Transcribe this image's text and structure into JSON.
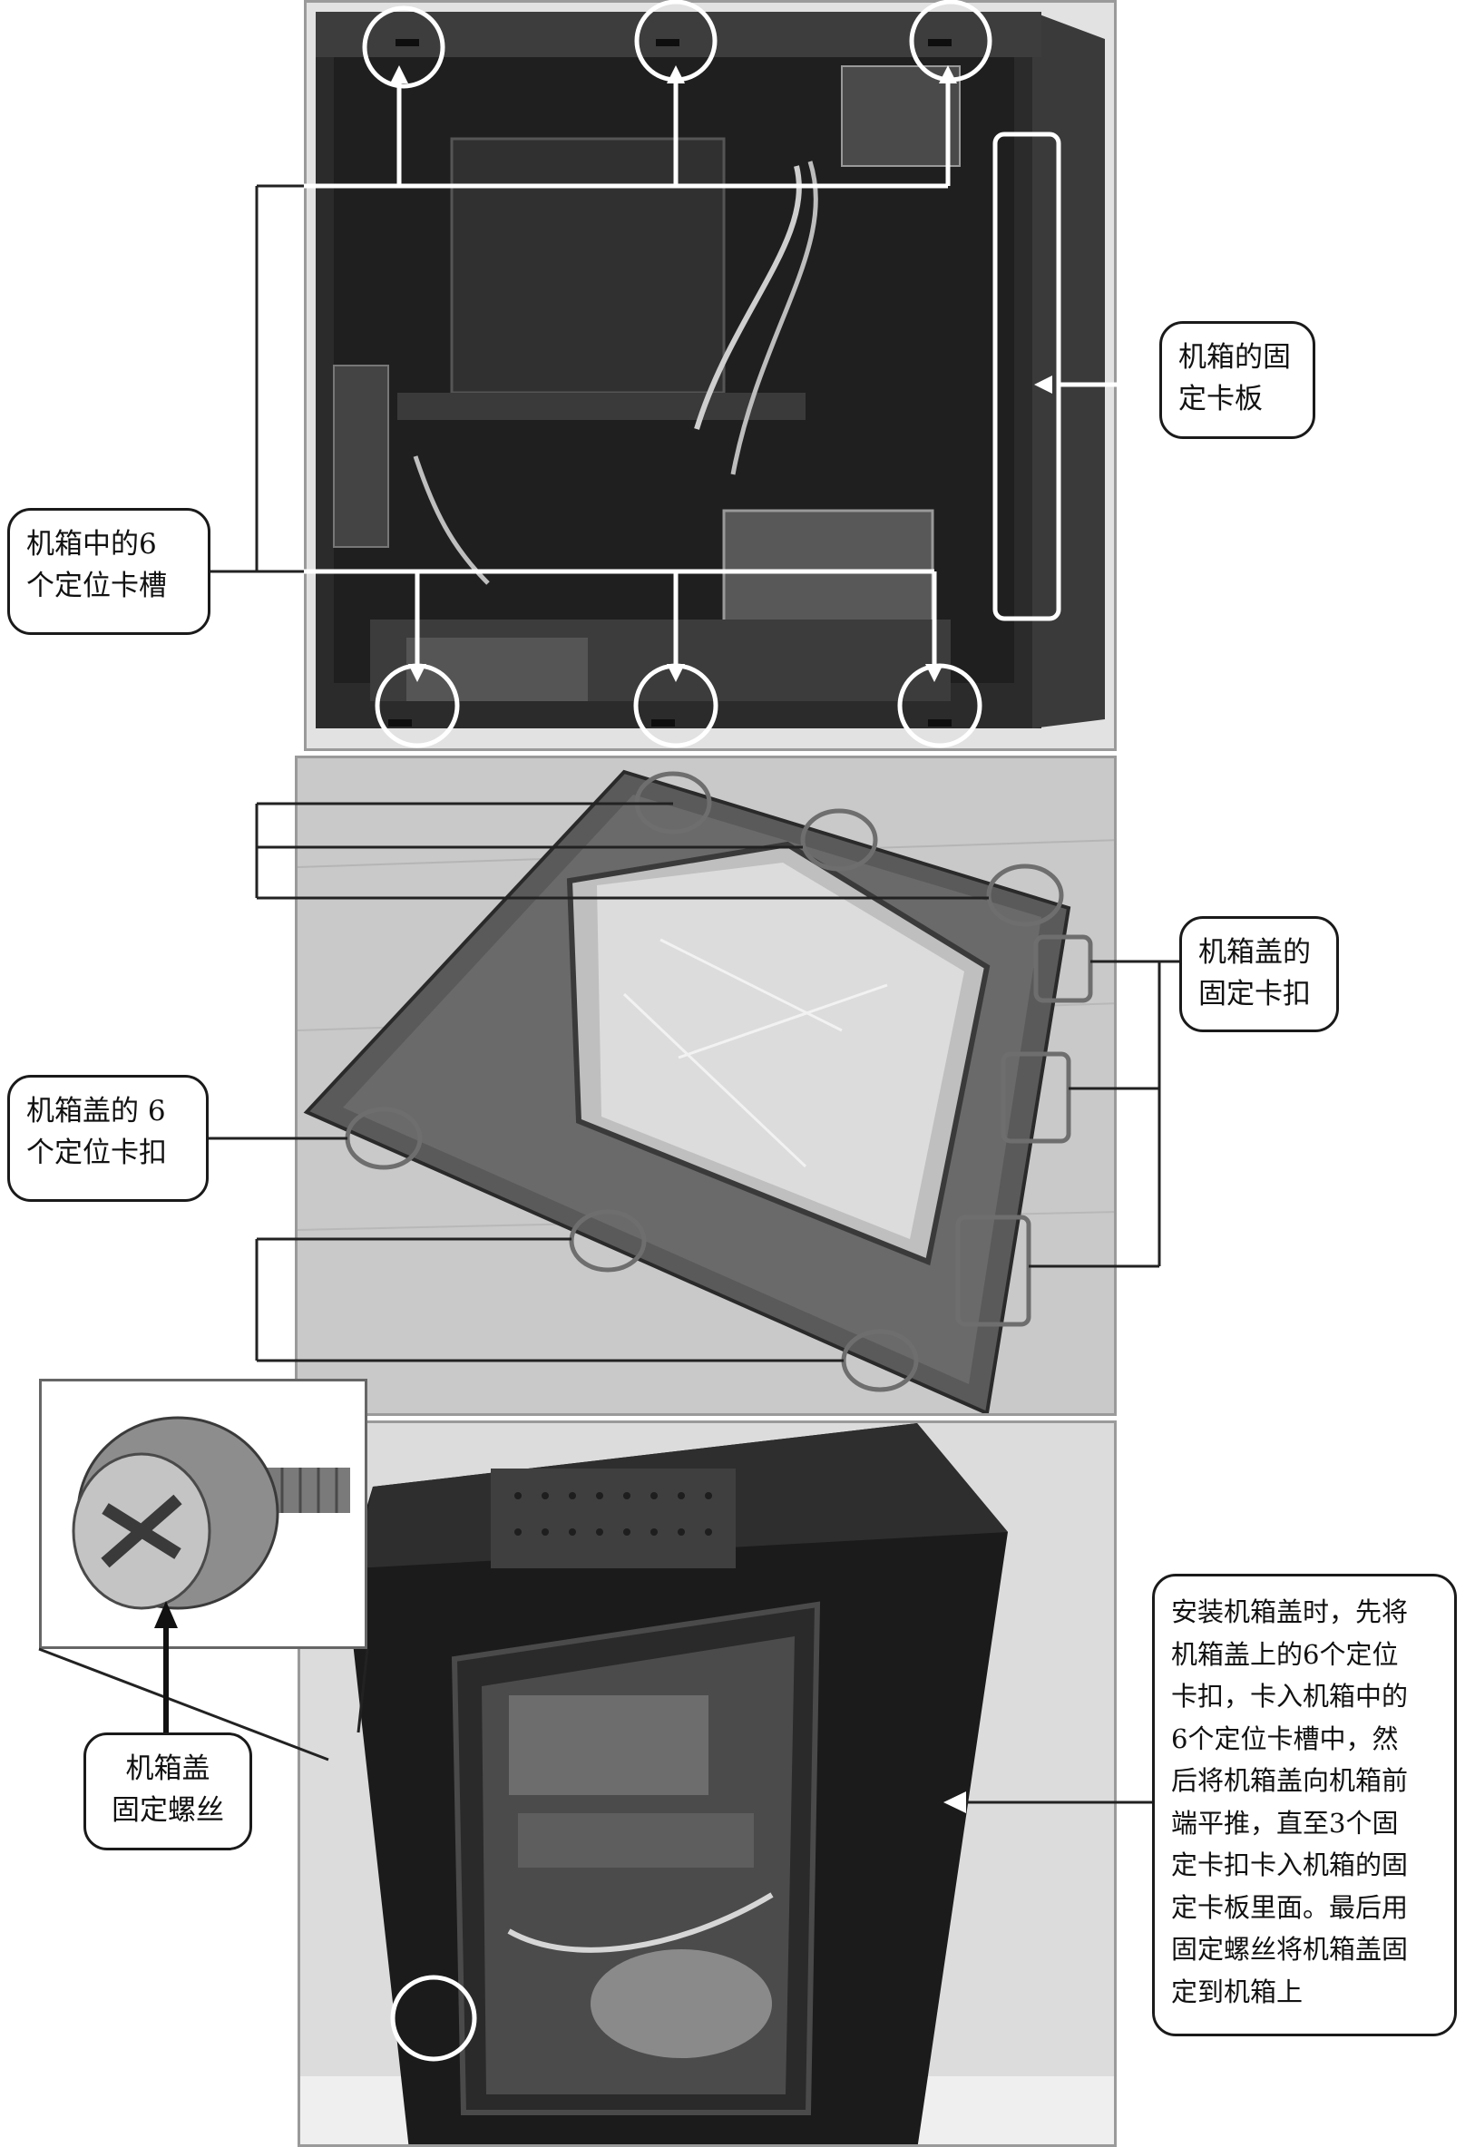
{
  "colors": {
    "photo_border": "#9a9a9a",
    "callout_border": "#1a1a1a",
    "leader_line": "#222222",
    "highlight_white": "#ffffff",
    "highlight_gray": "#6e6e6e"
  },
  "panel_top": {
    "callouts": {
      "slots": [
        "机箱中的6",
        "个定位卡槽"
      ],
      "plate": [
        "机箱的固",
        "定卡板"
      ]
    }
  },
  "panel_middle": {
    "callouts": {
      "tabs": [
        "机箱盖的 6",
        "个定位卡扣"
      ],
      "clips": [
        "机箱盖的",
        "固定卡扣"
      ]
    }
  },
  "panel_bottom": {
    "callouts": {
      "screw": [
        "机箱盖",
        "固定螺丝"
      ],
      "instructions": [
        "安装机箱盖时，先将",
        "机箱盖上的6个定位",
        "卡扣，卡入机箱中的",
        "6个定位卡槽中，然",
        "后将机箱盖向机箱前",
        "端平推，直至3个固",
        "定卡扣卡入机箱的固",
        "定卡板里面。最后用",
        "固定螺丝将机箱盖固",
        "定到机箱上"
      ]
    }
  }
}
